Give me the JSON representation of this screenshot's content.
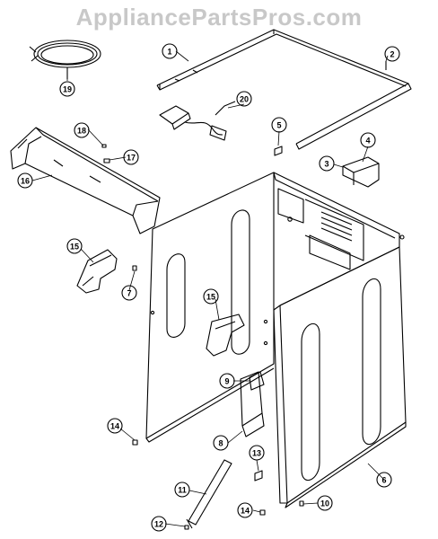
{
  "watermark": "AppliancePartsPros.com",
  "callouts": [
    {
      "id": "c1",
      "label": "1"
    },
    {
      "id": "c2",
      "label": "2"
    },
    {
      "id": "c3",
      "label": "3"
    },
    {
      "id": "c4",
      "label": "4"
    },
    {
      "id": "c5",
      "label": "5"
    },
    {
      "id": "c6",
      "label": "6"
    },
    {
      "id": "c7",
      "label": "7"
    },
    {
      "id": "c8",
      "label": "8"
    },
    {
      "id": "c9",
      "label": "9"
    },
    {
      "id": "c10",
      "label": "10"
    },
    {
      "id": "c11",
      "label": "11"
    },
    {
      "id": "c12",
      "label": "12"
    },
    {
      "id": "c13",
      "label": "13"
    },
    {
      "id": "c14a",
      "label": "14"
    },
    {
      "id": "c14b",
      "label": "14"
    },
    {
      "id": "c15a",
      "label": "15"
    },
    {
      "id": "c15b",
      "label": "15"
    },
    {
      "id": "c16",
      "label": "16"
    },
    {
      "id": "c17",
      "label": "17"
    },
    {
      "id": "c18",
      "label": "18"
    },
    {
      "id": "c19",
      "label": "19"
    },
    {
      "id": "c20",
      "label": "20"
    }
  ]
}
